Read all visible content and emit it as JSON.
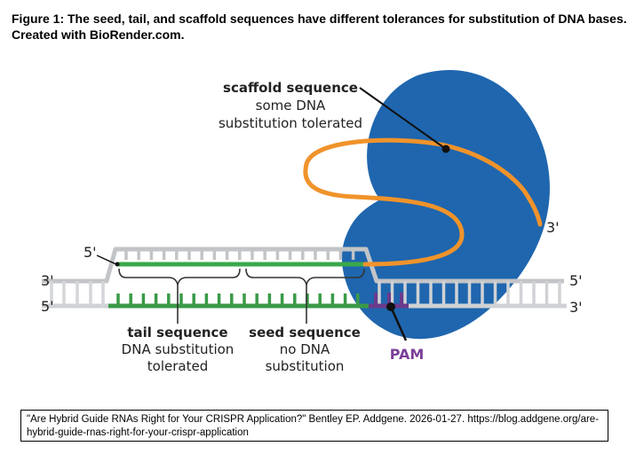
{
  "figure": {
    "caption": "Figure 1: The seed, tail, and scaffold sequences have different tolerances for substitution of DNA bases. Created with BioRender.com.",
    "citation": "\"Are Hybrid Guide RNAs Right for Your CRISPR Application?\" Bentley EP. Addgene. 2026-01-27. https://blog.addgene.org/are-hybrid-guide-rnas-right-for-your-crispr-application"
  },
  "labels": {
    "scaffold": {
      "title": "scaffold sequence",
      "line1": "some DNA",
      "line2": "substitution tolerated"
    },
    "tail": {
      "title": "tail sequence",
      "line1": "DNA substitution",
      "line2": "tolerated"
    },
    "seed": {
      "title": "seed sequence",
      "line1": "no DNA",
      "line2": "substitution"
    },
    "pam": "PAM",
    "ends": {
      "guide_5prime": "5'",
      "top_left": "3'",
      "bottom_left": "5'",
      "top_right": "5'",
      "bottom_right": "3'",
      "scaffold_3prime": "3'"
    }
  },
  "colors": {
    "cas9_protein": "#1f66ae",
    "scaffold_rna": "#f0932b",
    "guide_rna": "#3aa84a",
    "dna_strand": "#c7c9cc",
    "pam": "#6b3a8c",
    "pam_label": "#7b3f98"
  }
}
